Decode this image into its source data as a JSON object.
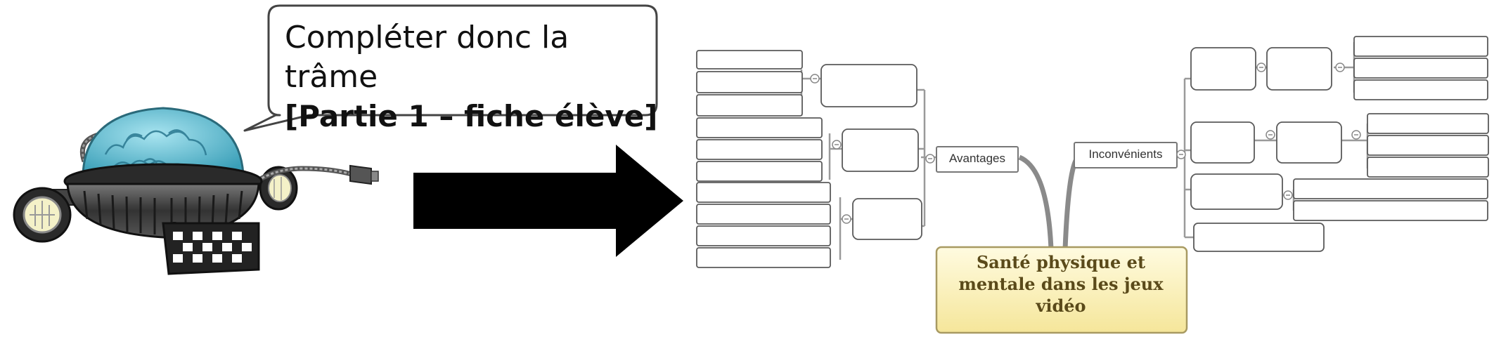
{
  "bubble": {
    "line1": "Compléter donc la trâme",
    "line2": "[Partie 1 – fiche élève]"
  },
  "mindmap": {
    "central_topic": "Santé physique et mentale dans les jeux vidéo",
    "branch_left": "Avantages",
    "branch_right": "Inconvénients",
    "collapse_symbol": "⊖"
  },
  "colors": {
    "central_fill": "#fbf2b4",
    "central_border": "#a89a62",
    "arrow": "#000000",
    "robot_dome": "#6cc5d8",
    "node_border": "#555555"
  }
}
